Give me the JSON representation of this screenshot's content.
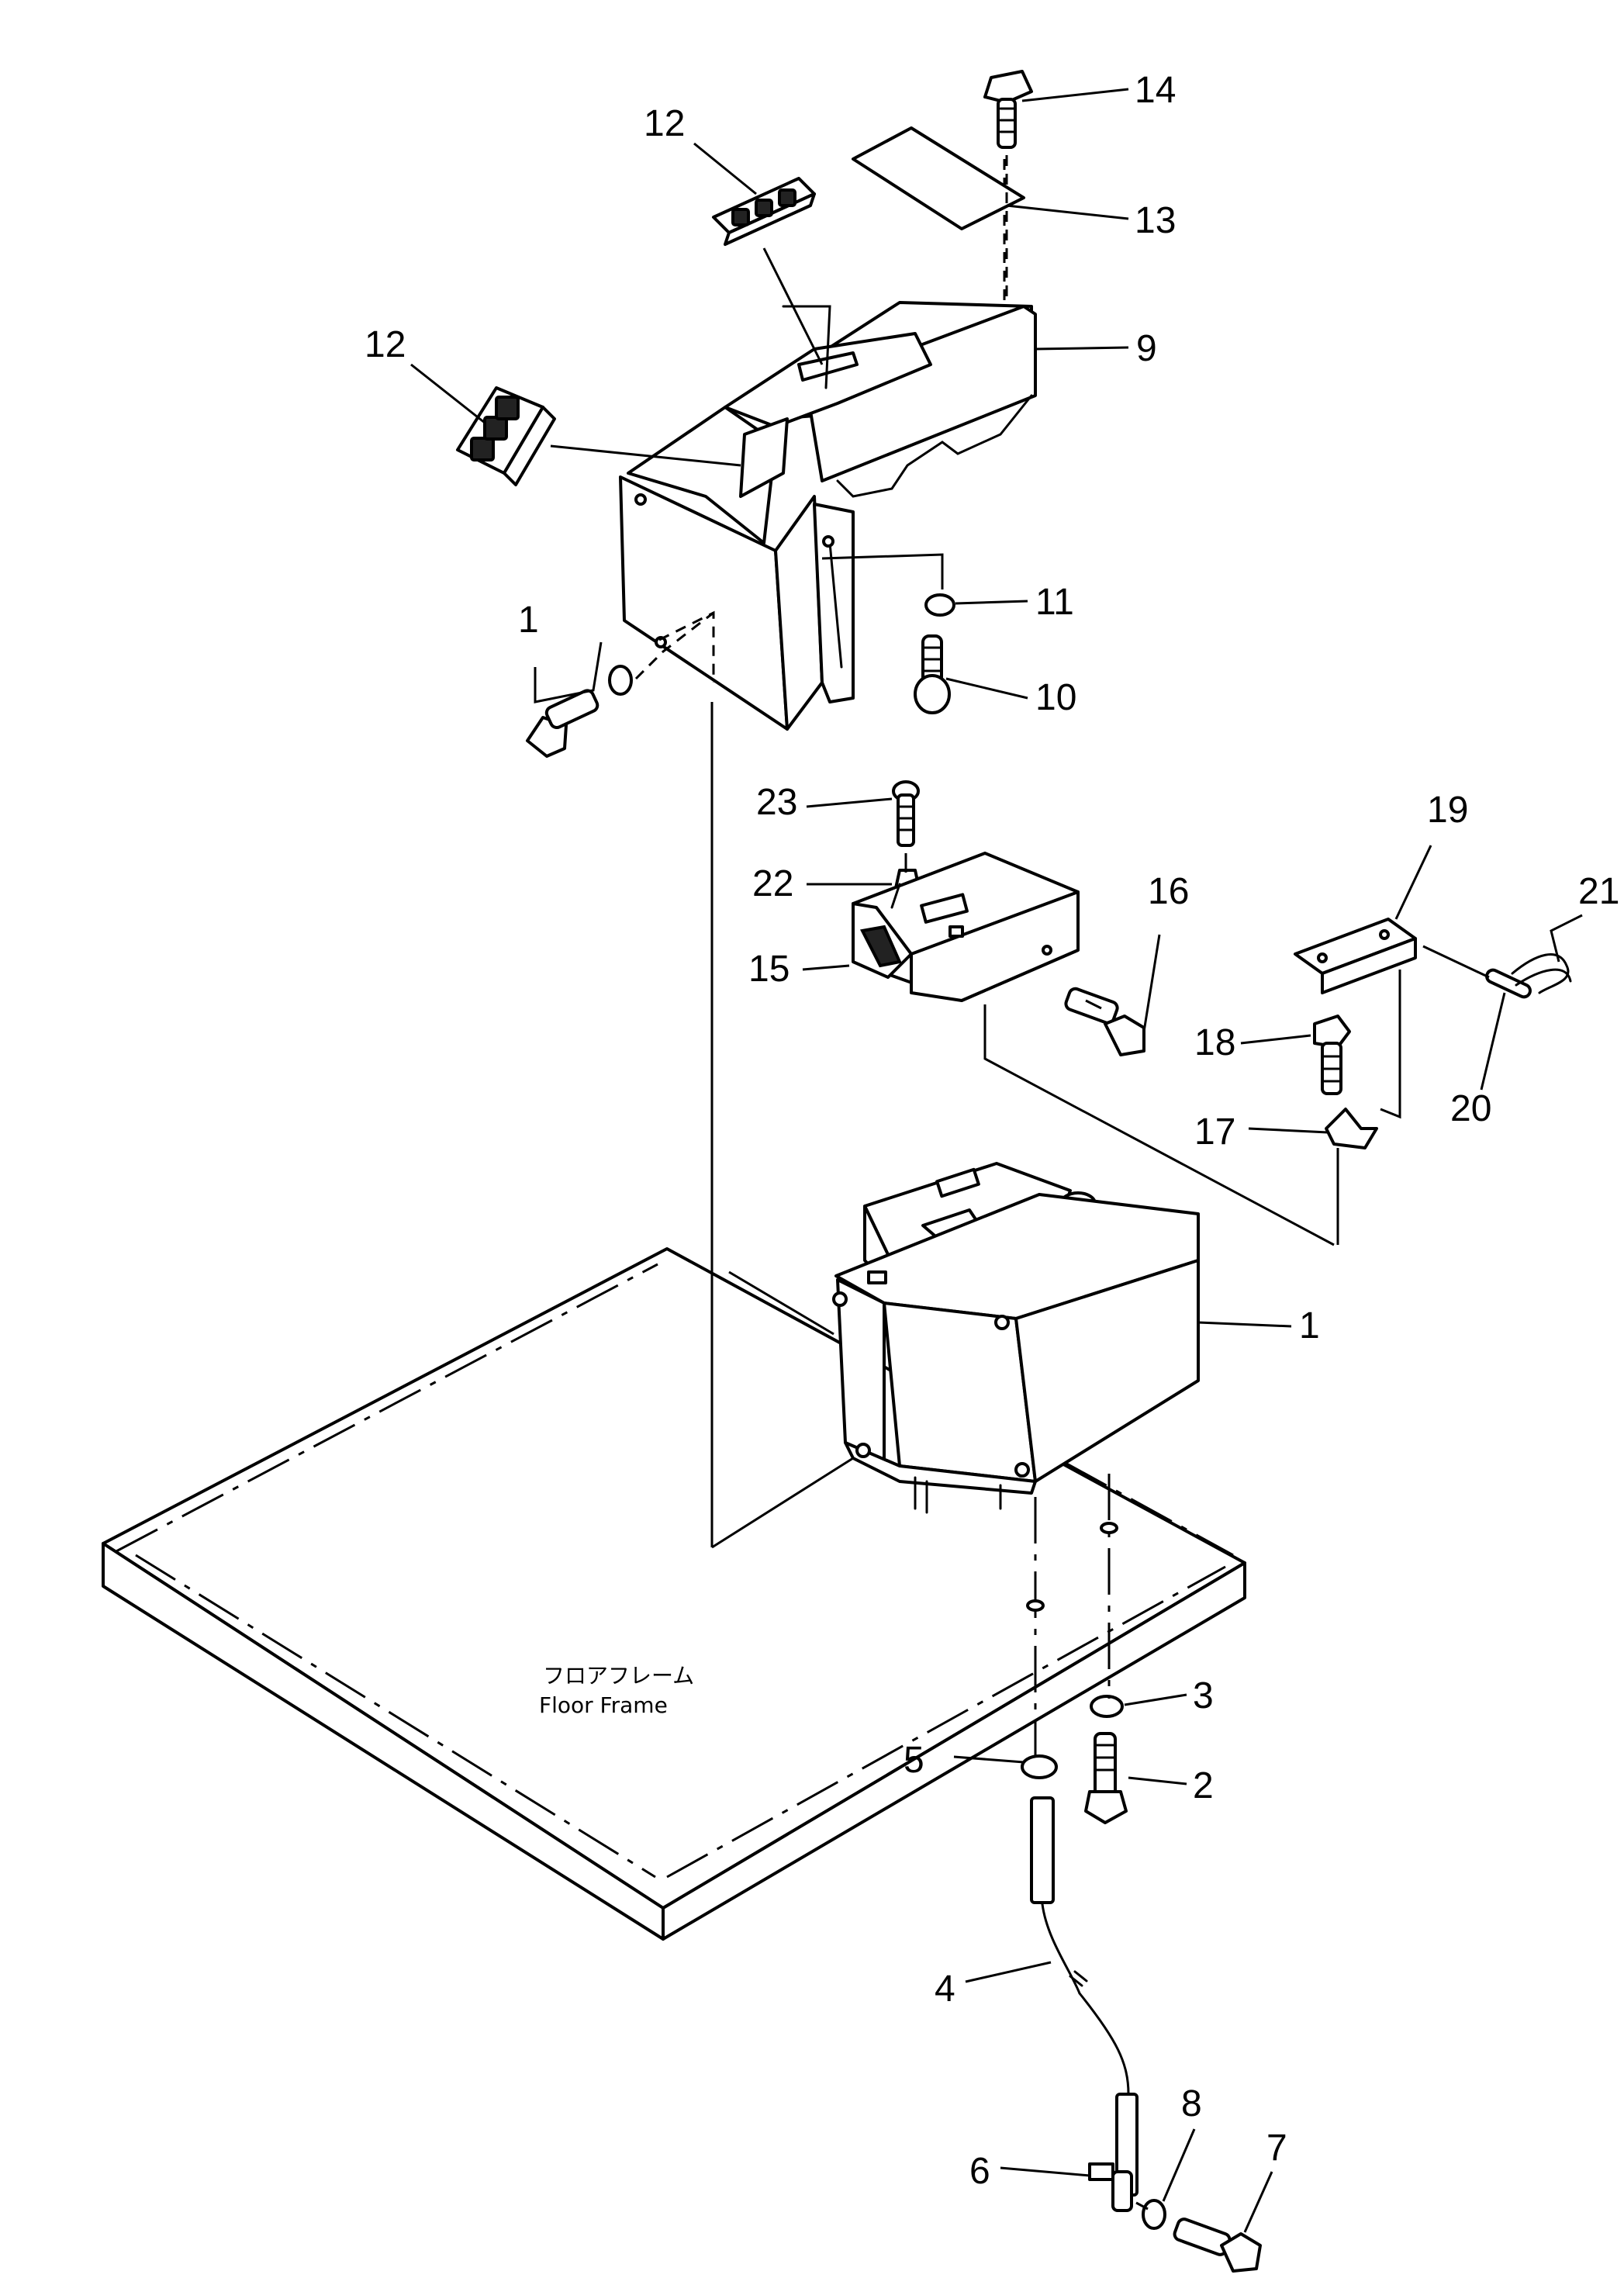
{
  "floor_frame": {
    "label_jp": "フロアフレーム",
    "label_en": "Floor  Frame"
  },
  "callouts": [
    {
      "id": "c14",
      "text": "14"
    },
    {
      "id": "c13",
      "text": "13"
    },
    {
      "id": "c12a",
      "text": "12"
    },
    {
      "id": "c12b",
      "text": "12"
    },
    {
      "id": "c9",
      "text": "9"
    },
    {
      "id": "c11",
      "text": "11"
    },
    {
      "id": "c10",
      "text": "10"
    },
    {
      "id": "c1a",
      "text": "1"
    },
    {
      "id": "c23",
      "text": "23"
    },
    {
      "id": "c22",
      "text": "22"
    },
    {
      "id": "c15",
      "text": "15"
    },
    {
      "id": "c16",
      "text": "16"
    },
    {
      "id": "c19",
      "text": "19"
    },
    {
      "id": "c21",
      "text": "21"
    },
    {
      "id": "c18",
      "text": "18"
    },
    {
      "id": "c17",
      "text": "17"
    },
    {
      "id": "c20",
      "text": "20"
    },
    {
      "id": "c1b",
      "text": "1"
    },
    {
      "id": "c3",
      "text": "3"
    },
    {
      "id": "c5",
      "text": "5"
    },
    {
      "id": "c2",
      "text": "2"
    },
    {
      "id": "c4",
      "text": "4"
    },
    {
      "id": "c8",
      "text": "8"
    },
    {
      "id": "c7",
      "text": "7"
    },
    {
      "id": "c6",
      "text": "6"
    }
  ]
}
